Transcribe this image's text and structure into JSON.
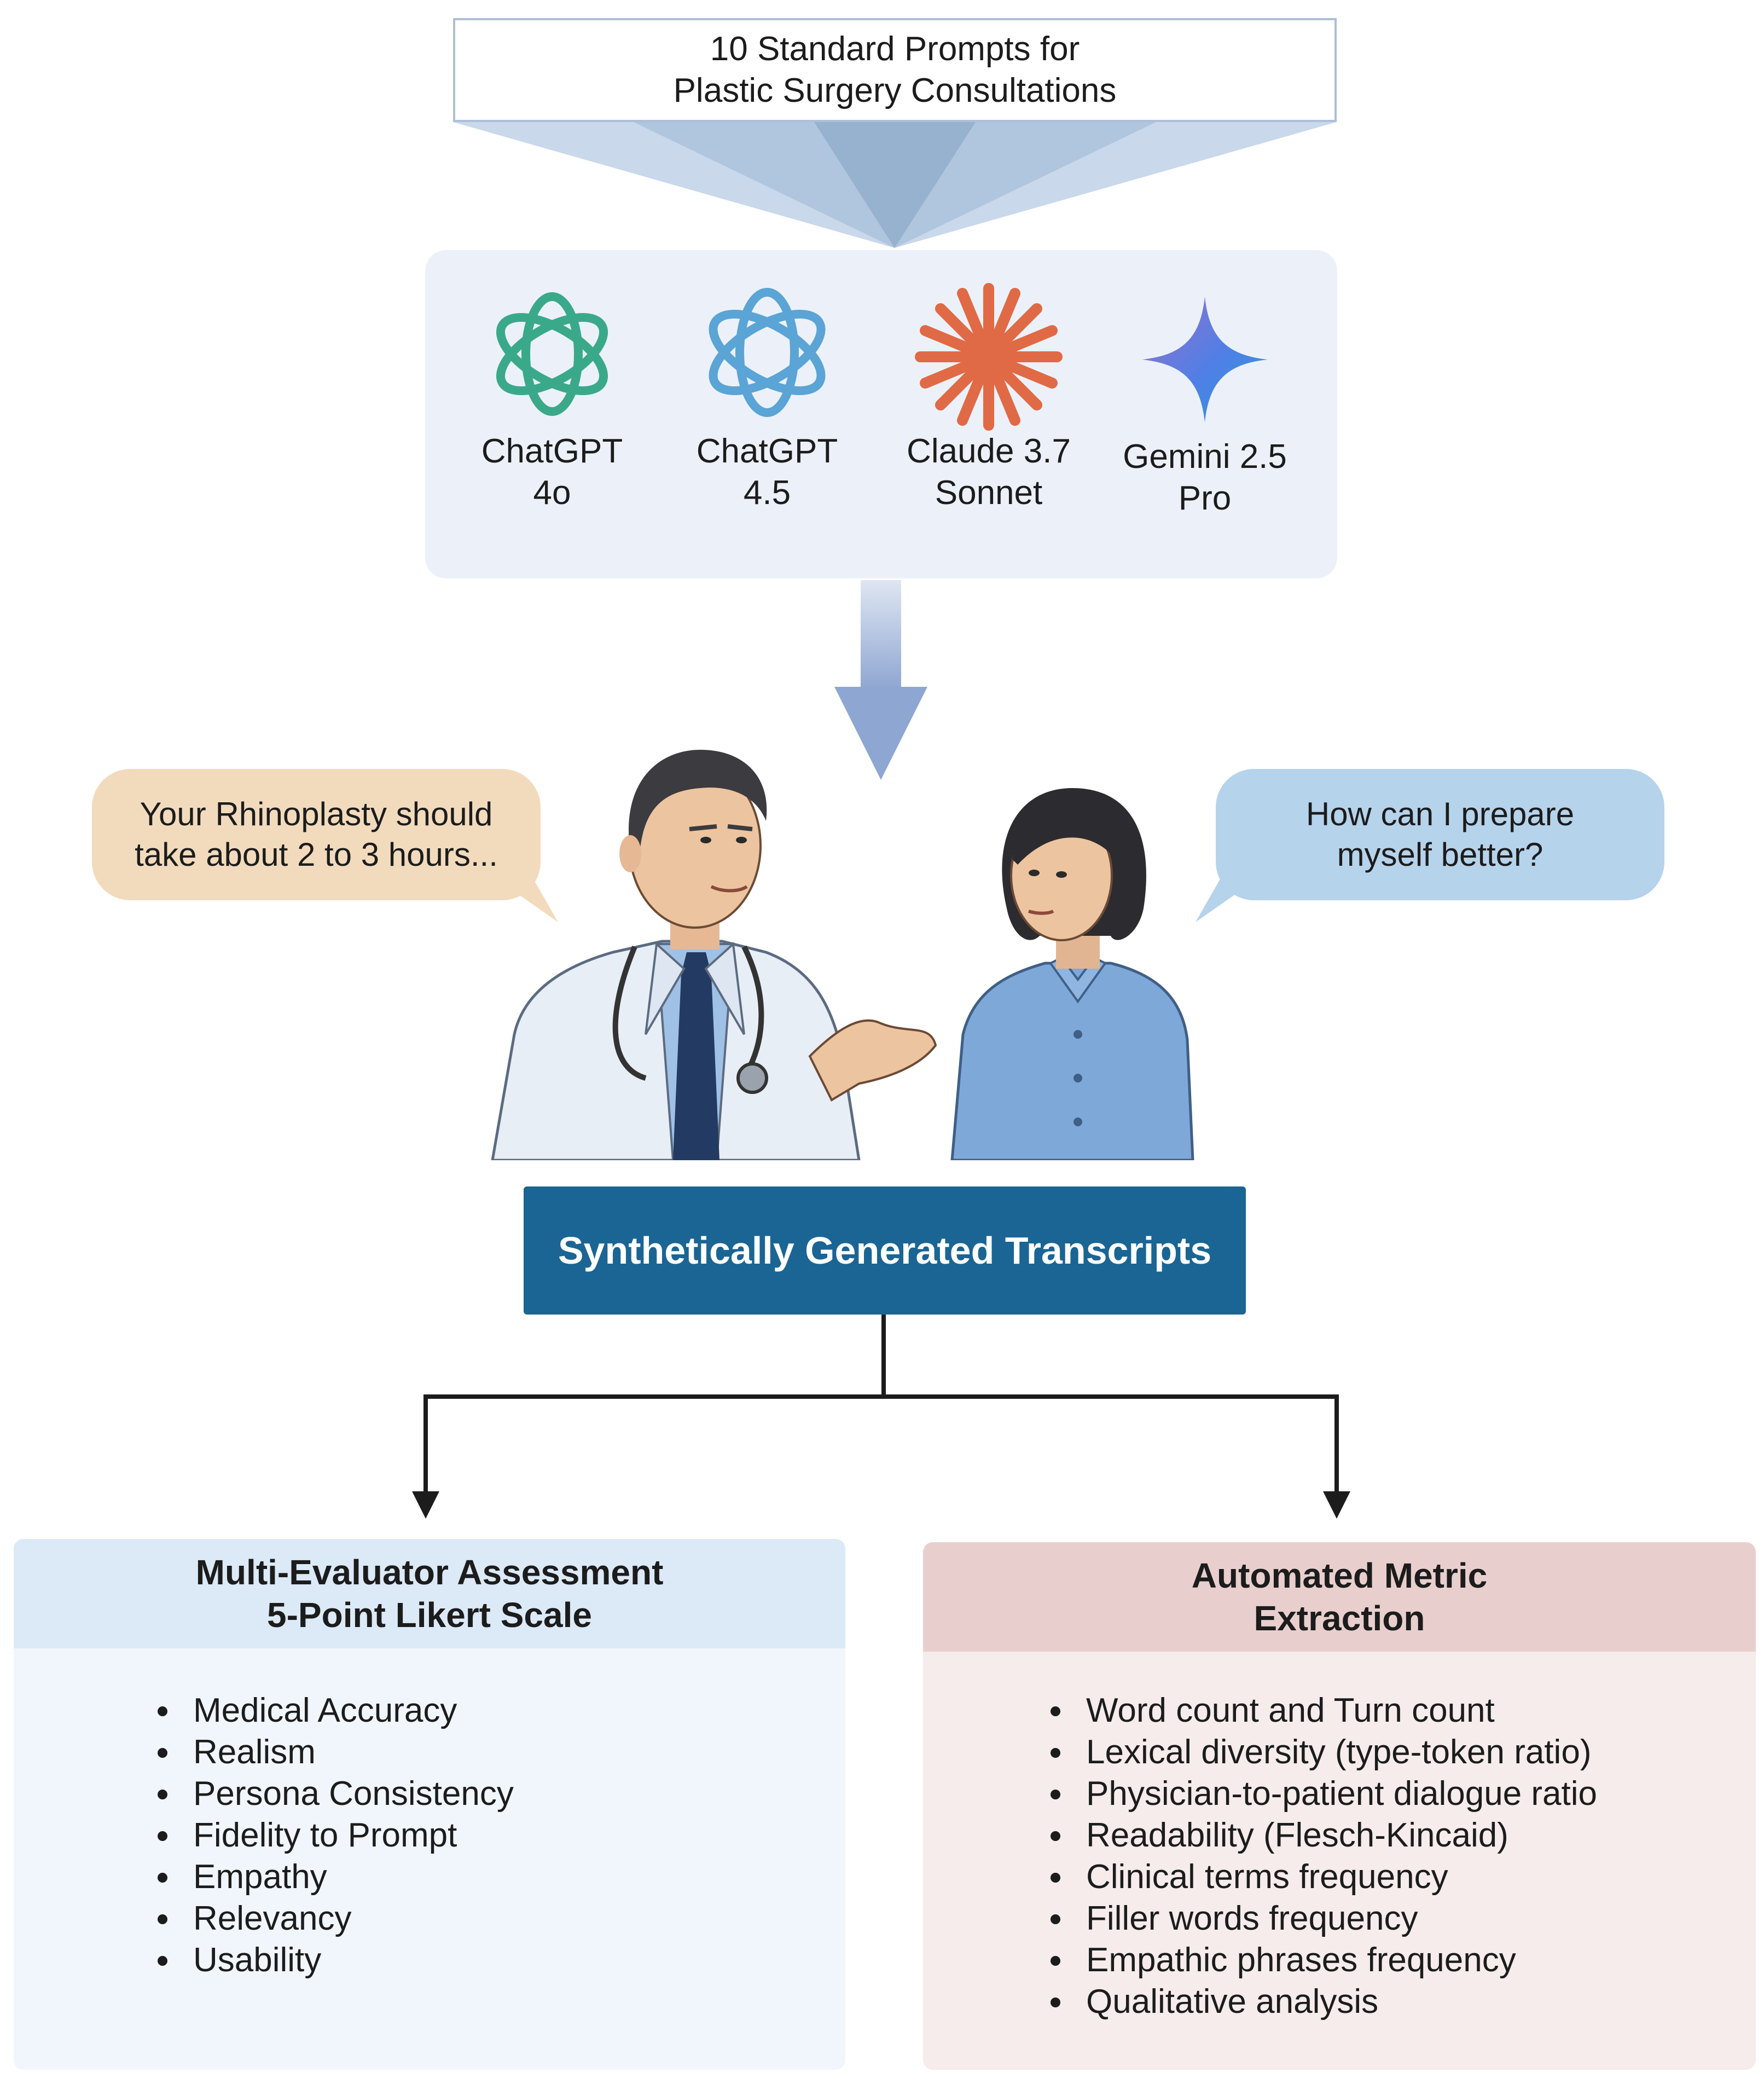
{
  "prompt_box": {
    "line1": "10 Standard Prompts for",
    "line2": "Plastic Surgery Consultations"
  },
  "models": [
    {
      "line1": "ChatGPT",
      "line2": "4o",
      "icon": "openai-logo-icon",
      "color": "#3aa98a"
    },
    {
      "line1": "ChatGPT",
      "line2": "4.5",
      "icon": "openai-logo-icon",
      "color": "#5aa4d6"
    },
    {
      "line1": "Claude 3.7",
      "line2": "Sonnet",
      "icon": "claude-starburst-icon",
      "color": "#e06a45"
    },
    {
      "line1": "Gemini 2.5",
      "line2": "Pro",
      "icon": "gemini-sparkle-icon",
      "color": "#5b7fe0"
    }
  ],
  "bubbles": {
    "doctor_line1": "Your Rhinoplasty should",
    "doctor_line2": "take about 2 to 3 hours...",
    "patient_line1": "How can I prepare",
    "patient_line2": "myself better?"
  },
  "transcripts_label": "Synthetically Generated Transcripts",
  "left_panel": {
    "title_line1": "Multi-Evaluator Assessment",
    "title_line2": "5-Point Likert Scale",
    "items": [
      "Medical Accuracy",
      "Realism",
      "Persona Consistency",
      "Fidelity to Prompt",
      "Empathy",
      "Relevancy",
      "Usability"
    ]
  },
  "right_panel": {
    "title_line1": "Automated Metric",
    "title_line2": "Extraction",
    "items": [
      "Word count and Turn count",
      "Lexical diversity (type-token ratio)",
      "Physician-to-patient dialogue ratio",
      "Readability (Flesch-Kincaid)",
      "Clinical terms frequency",
      "Filler words frequency",
      "Empathic phrases frequency",
      "Qualitative analysis"
    ]
  },
  "colors": {
    "transcripts_bg": "#1a6594",
    "doctor_bubble": "#f2dbbd",
    "patient_bubble": "#b6d3ec",
    "left_header": "#dce9f7",
    "right_header": "#e8cfcd"
  }
}
